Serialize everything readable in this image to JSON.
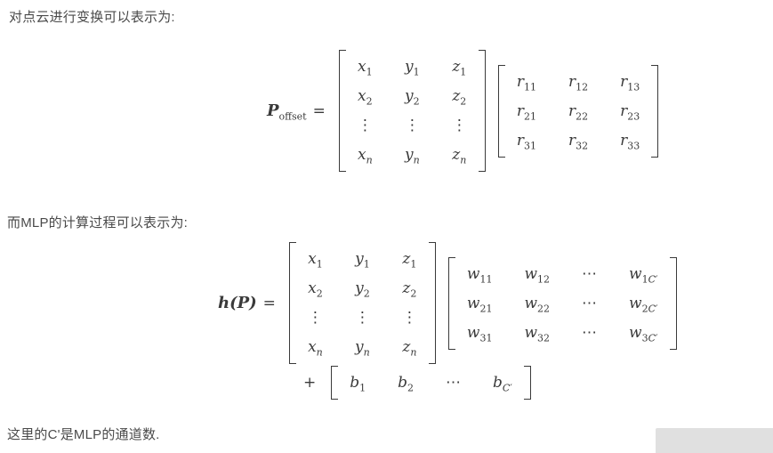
{
  "paragraphs": {
    "intro_transform": "对点云进行变换可以表示为:",
    "intro_mlp": "而MLP的计算过程可以表示为:",
    "note_channels": "这里的C'是MLP的通道数."
  },
  "formula1": {
    "lhs_base": "P",
    "lhs_sub": "offset",
    "equals": "=",
    "points_matrix": [
      [
        "x_1",
        "y_1",
        "z_1"
      ],
      [
        "x_2",
        "y_2",
        "z_2"
      ],
      [
        "⋮",
        "⋮",
        "⋮"
      ],
      [
        "x_n",
        "y_n",
        "z_n"
      ]
    ],
    "rotation_matrix": [
      [
        "r_11",
        "r_12",
        "r_13"
      ],
      [
        "r_21",
        "r_22",
        "r_23"
      ],
      [
        "r_31",
        "r_32",
        "r_33"
      ]
    ]
  },
  "formula2": {
    "lhs": "h(P)",
    "equals": "=",
    "points_matrix": [
      [
        "x_1",
        "y_1",
        "z_1"
      ],
      [
        "x_2",
        "y_2",
        "z_2"
      ],
      [
        "⋮",
        "⋮",
        "⋮"
      ],
      [
        "x_n",
        "y_n",
        "z_n"
      ]
    ],
    "weight_matrix": [
      [
        "w_11",
        "w_12",
        "⋯",
        "w_1C′"
      ],
      [
        "w_21",
        "w_22",
        "⋯",
        "w_2C′"
      ],
      [
        "w_31",
        "w_32",
        "⋯",
        "w_3C′"
      ]
    ],
    "plus": "+",
    "bias_vector": [
      [
        "b_1",
        "b_2",
        "⋯",
        "b_C′"
      ]
    ]
  },
  "watermark": {
    "text": ""
  }
}
